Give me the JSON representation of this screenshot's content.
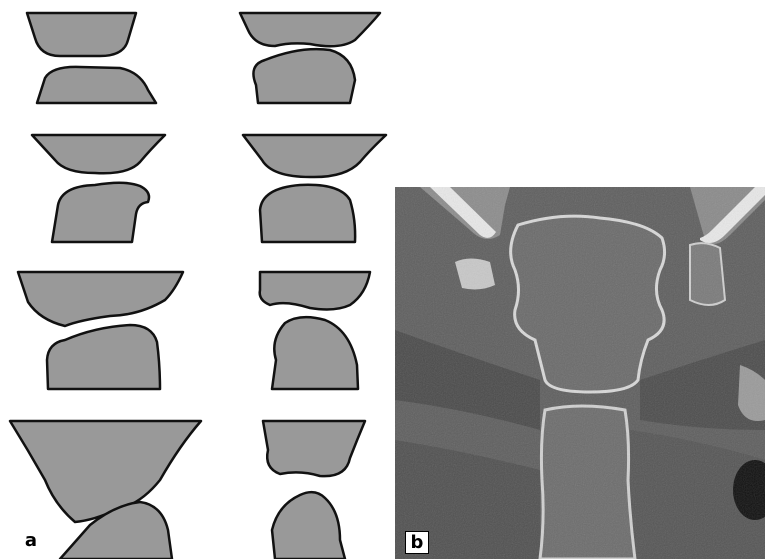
{
  "panels": [
    {
      "label": "a",
      "description_icon": "joint-diagrams"
    },
    {
      "label": "b",
      "description_icon": "ct-scan"
    }
  ],
  "colors": {
    "bone_fill": "#999999",
    "outline": "#111111",
    "background": "#ffffff",
    "ct_dark": "#3a3a3a",
    "ct_mid": "#6e6e6e",
    "ct_bright": "#d8d8d8"
  }
}
